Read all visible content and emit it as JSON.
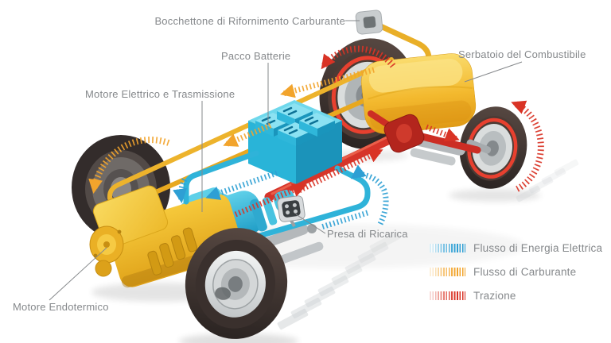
{
  "component_labels": {
    "fuel_filler": "Bocchettone di Rifornimento Carburante",
    "battery_pack": "Pacco Batterie",
    "electric_motor_transmission": "Motore Elettrico e Trasmissione",
    "fuel_tank": "Serbatoio del Combustibile",
    "charging_port": "Presa di Ricarica",
    "combustion_engine": "Motore Endotermico"
  },
  "legend": {
    "items": [
      {
        "id": "electric",
        "label": "Flusso di Energia Elettrica",
        "color": "#2e9fd4"
      },
      {
        "id": "fuel",
        "label": "Flusso di Carburante",
        "color": "#f2a42c"
      },
      {
        "id": "traction",
        "label": "Trazione",
        "color": "#d93325"
      }
    ]
  },
  "colors": {
    "electric_flow": "#2e9fd4",
    "fuel_flow": "#f2a42c",
    "traction": "#d93325",
    "battery_cyan": "#2ab4d8",
    "component_yellow": "#f3bb2c",
    "label_text": "#85888b"
  }
}
